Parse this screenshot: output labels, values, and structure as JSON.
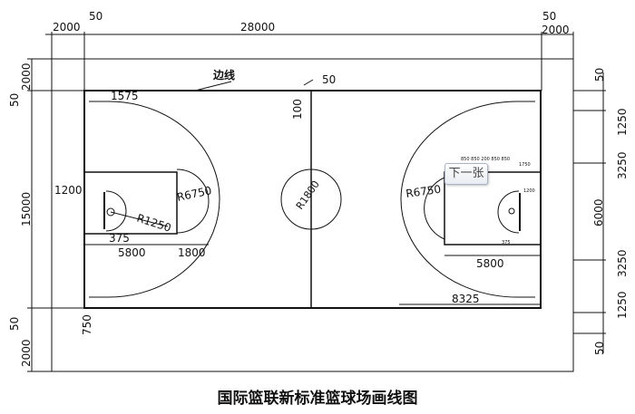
{
  "diagram": {
    "title": "国际篮联新标准篮球场画线图",
    "sideline_label": "边线",
    "dimensions": {
      "court_length": "28000",
      "run_off_left": "2000",
      "run_off_right": "2000",
      "line_width_left": "50",
      "line_width_right": "50",
      "line_width_mid": "50",
      "run_off_top": "2000",
      "run_off_bottom": "2000",
      "line_top_left": "50",
      "line_bottom_left": "50",
      "court_width": "15000",
      "corner_offset": "1575",
      "mid_tick": "100",
      "ft_extension": "1200",
      "restricted_radius": "R1250",
      "basket_offset": "375",
      "three_point_radius_left": "R6750",
      "three_point_radius_right": "R6750",
      "centre_circle_radius": "R1800",
      "lane_length_left": "5800",
      "lane_length_right": "5800",
      "ft_radius": "1800",
      "corner_line_length": "8325",
      "bottom_corner": "750",
      "right_top_50": "50",
      "right_1250_top": "1250",
      "right_3250_top": "3250",
      "right_6000": "6000",
      "right_3250_bottom": "3250",
      "right_1250_bottom": "1250",
      "right_bottom_50": "50",
      "key_marks": "850 850 200 850 850",
      "key_mark_1750": "1750",
      "key_mark_1200": "1200",
      "key_mark_375": "375"
    }
  },
  "overlay": {
    "next_button": "下一张"
  }
}
